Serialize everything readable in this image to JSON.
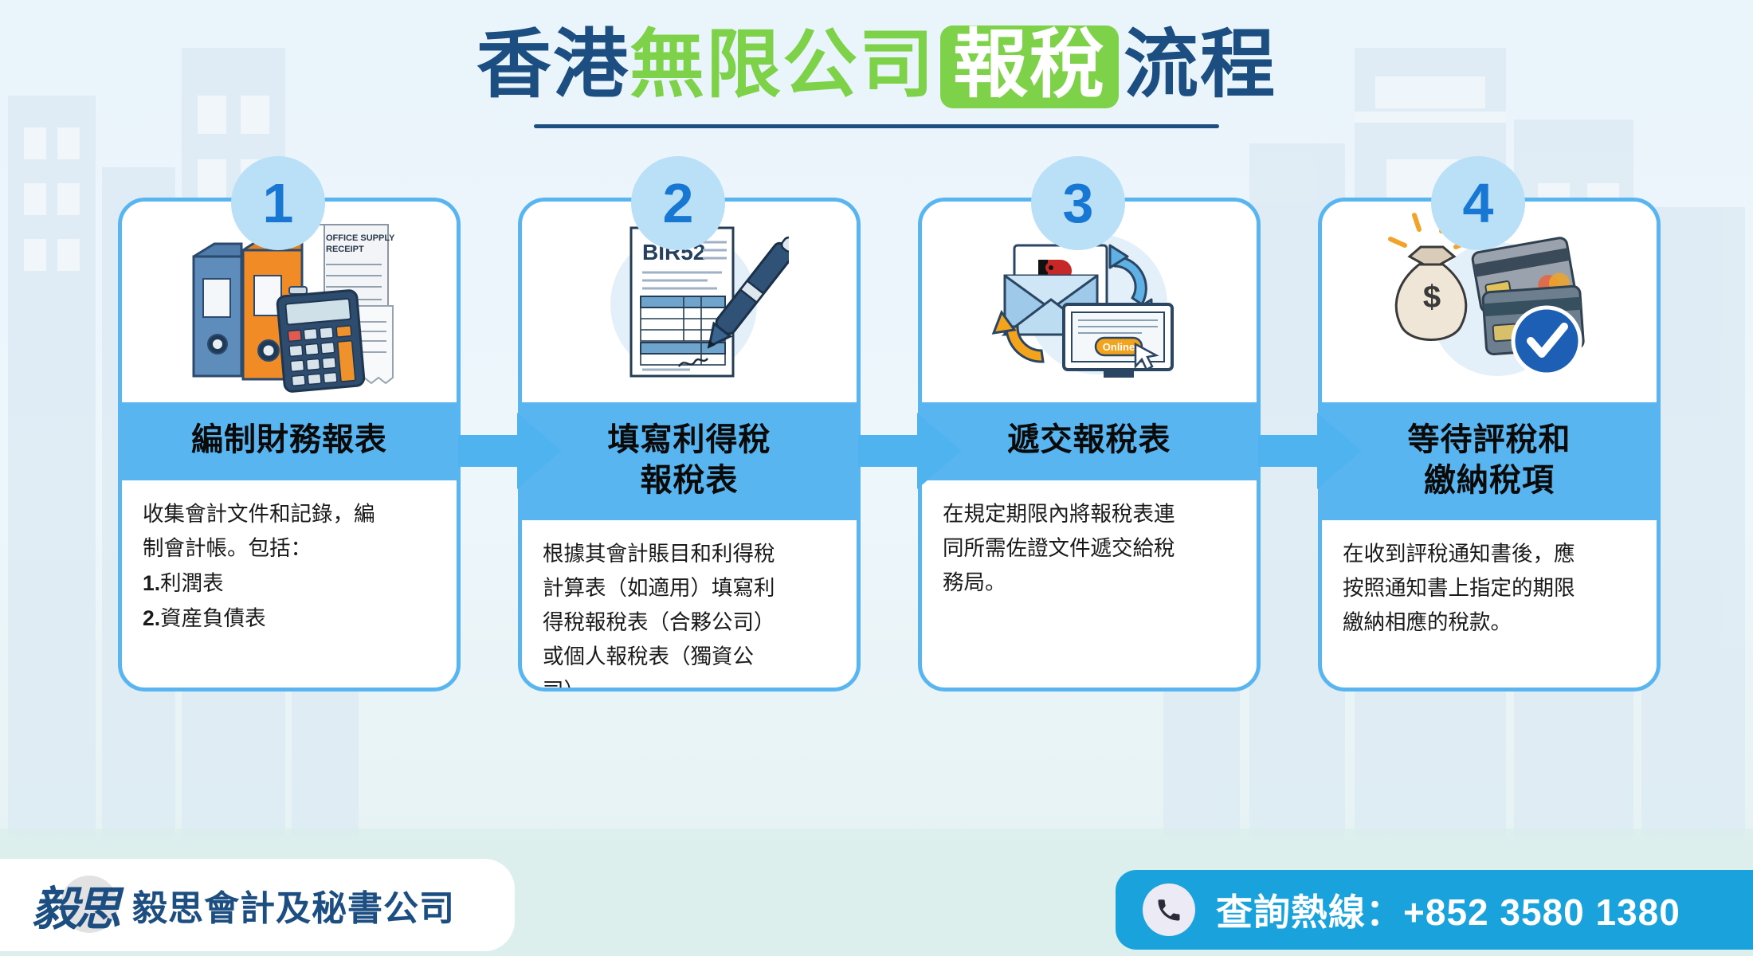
{
  "title": {
    "part1": "香港",
    "part2": "無限公司",
    "highlight": "報稅",
    "part3": "流程"
  },
  "colors": {
    "title_dark": "#1d4e82",
    "title_green": "#7ed249",
    "card_border": "#59b5ef",
    "card_header": "#59b5ef",
    "badge_bg": "#b9e0f7",
    "badge_text": "#1877d2",
    "arrow": "#4fb3ef",
    "footer_bar": "#1aa2dd",
    "background": "#eaf4fb"
  },
  "steps": [
    {
      "number": "1",
      "icon_name": "binders-calculator-receipt-icon",
      "title": "編制財務報表",
      "title_lines": [
        "編制財務報表"
      ],
      "body_lines": [
        "收集會計文件和記錄，編",
        "制會計帳。包括："
      ],
      "list": [
        {
          "num": "1.",
          "text": "利潤表"
        },
        {
          "num": "2.",
          "text": "資産負債表"
        }
      ],
      "icon_labels": {
        "receipt_heading_1": "OFFICE SUPPLY",
        "receipt_heading_2": "RECEIPT"
      }
    },
    {
      "number": "2",
      "icon_name": "tax-form-pen-icon",
      "title": "填寫利得稅報稅表",
      "title_lines": [
        "填寫利得稅",
        "報稅表"
      ],
      "body_lines": [
        "根據其會計賬目和利得稅",
        "計算表（如適用）填寫利",
        "得稅報稅表（合夥公司）",
        "或個人報稅表（獨資公",
        "司）。"
      ],
      "list": [],
      "icon_labels": {
        "form_code": "BIR52"
      }
    },
    {
      "number": "3",
      "icon_name": "envelope-online-submission-icon",
      "title": "遞交報稅表",
      "title_lines": [
        "遞交報稅表"
      ],
      "body_lines": [
        "在規定期限內將報稅表連",
        "同所需佐證文件遞交給稅",
        "務局。"
      ],
      "list": [],
      "icon_labels": {
        "screen_label": "Online",
        "ird_mark": "iR"
      }
    },
    {
      "number": "4",
      "icon_name": "money-bag-credit-cards-check-icon",
      "title": "等待評稅和繳納稅項",
      "title_lines": [
        "等待評稅和",
        "繳納稅項"
      ],
      "body_lines": [
        "在收到評稅通知書後，應",
        "按照通知書上指定的期限",
        "繳納相應的稅款。"
      ],
      "list": [],
      "icon_labels": {
        "bag_mark": "$"
      }
    }
  ],
  "arrows": [
    {
      "name": "arrow-step-1-to-2"
    },
    {
      "name": "arrow-step-2-to-3"
    },
    {
      "name": "arrow-step-3-to-4"
    }
  ],
  "footer": {
    "brand_glyph": "毅思",
    "brand_name": "毅思會計及秘書公司",
    "phone_icon": "phone-icon",
    "hotline": "查詢熱線：+852 3580 1380"
  }
}
